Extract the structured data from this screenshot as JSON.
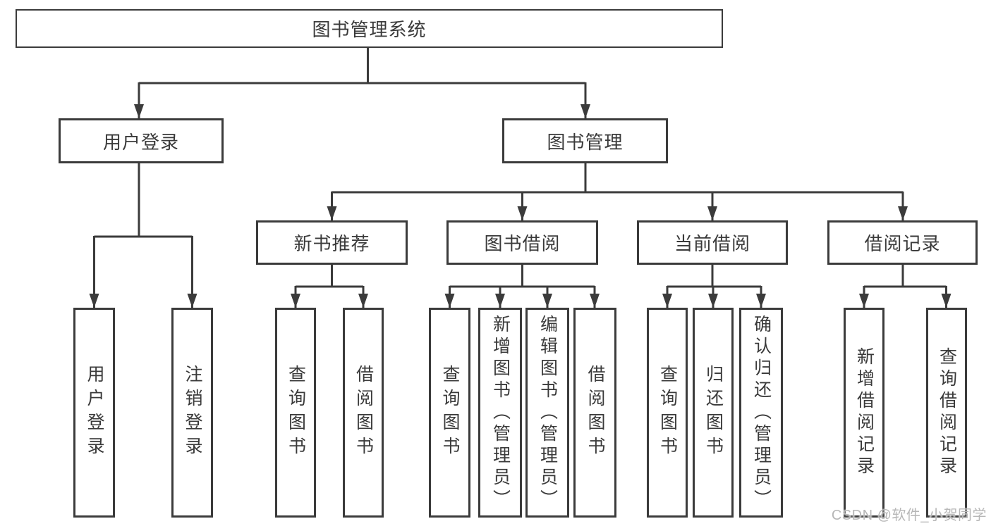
{
  "tree": {
    "root": {
      "label": "图书管理系统",
      "children": [
        {
          "label": "用户登录",
          "children": [
            {
              "label": "用户登录"
            },
            {
              "label": "注销登录"
            }
          ]
        },
        {
          "label": "图书管理",
          "children": [
            {
              "label": "新书推荐",
              "children": [
                {
                  "label": "查询图书"
                },
                {
                  "label": "借阅图书"
                }
              ]
            },
            {
              "label": "图书借阅",
              "children": [
                {
                  "label": "查询图书"
                },
                {
                  "label": "新增图书（管理员）"
                },
                {
                  "label": "编辑图书（管理员）"
                },
                {
                  "label": "借阅图书"
                }
              ]
            },
            {
              "label": "当前借阅",
              "children": [
                {
                  "label": "查询图书"
                },
                {
                  "label": "归还图书"
                },
                {
                  "label": "确认归还（管理员）"
                }
              ]
            },
            {
              "label": "借阅记录",
              "children": [
                {
                  "label": "新增借阅记录"
                },
                {
                  "label": "查询借阅记录"
                }
              ]
            }
          ]
        }
      ]
    },
    "watermark": "CSDN @软件_小贺同学",
    "colors": {
      "line": "#3b3b3b",
      "text": "#3a3a3a",
      "watermark": "#b7b7b7",
      "background": "#ffffff"
    }
  }
}
